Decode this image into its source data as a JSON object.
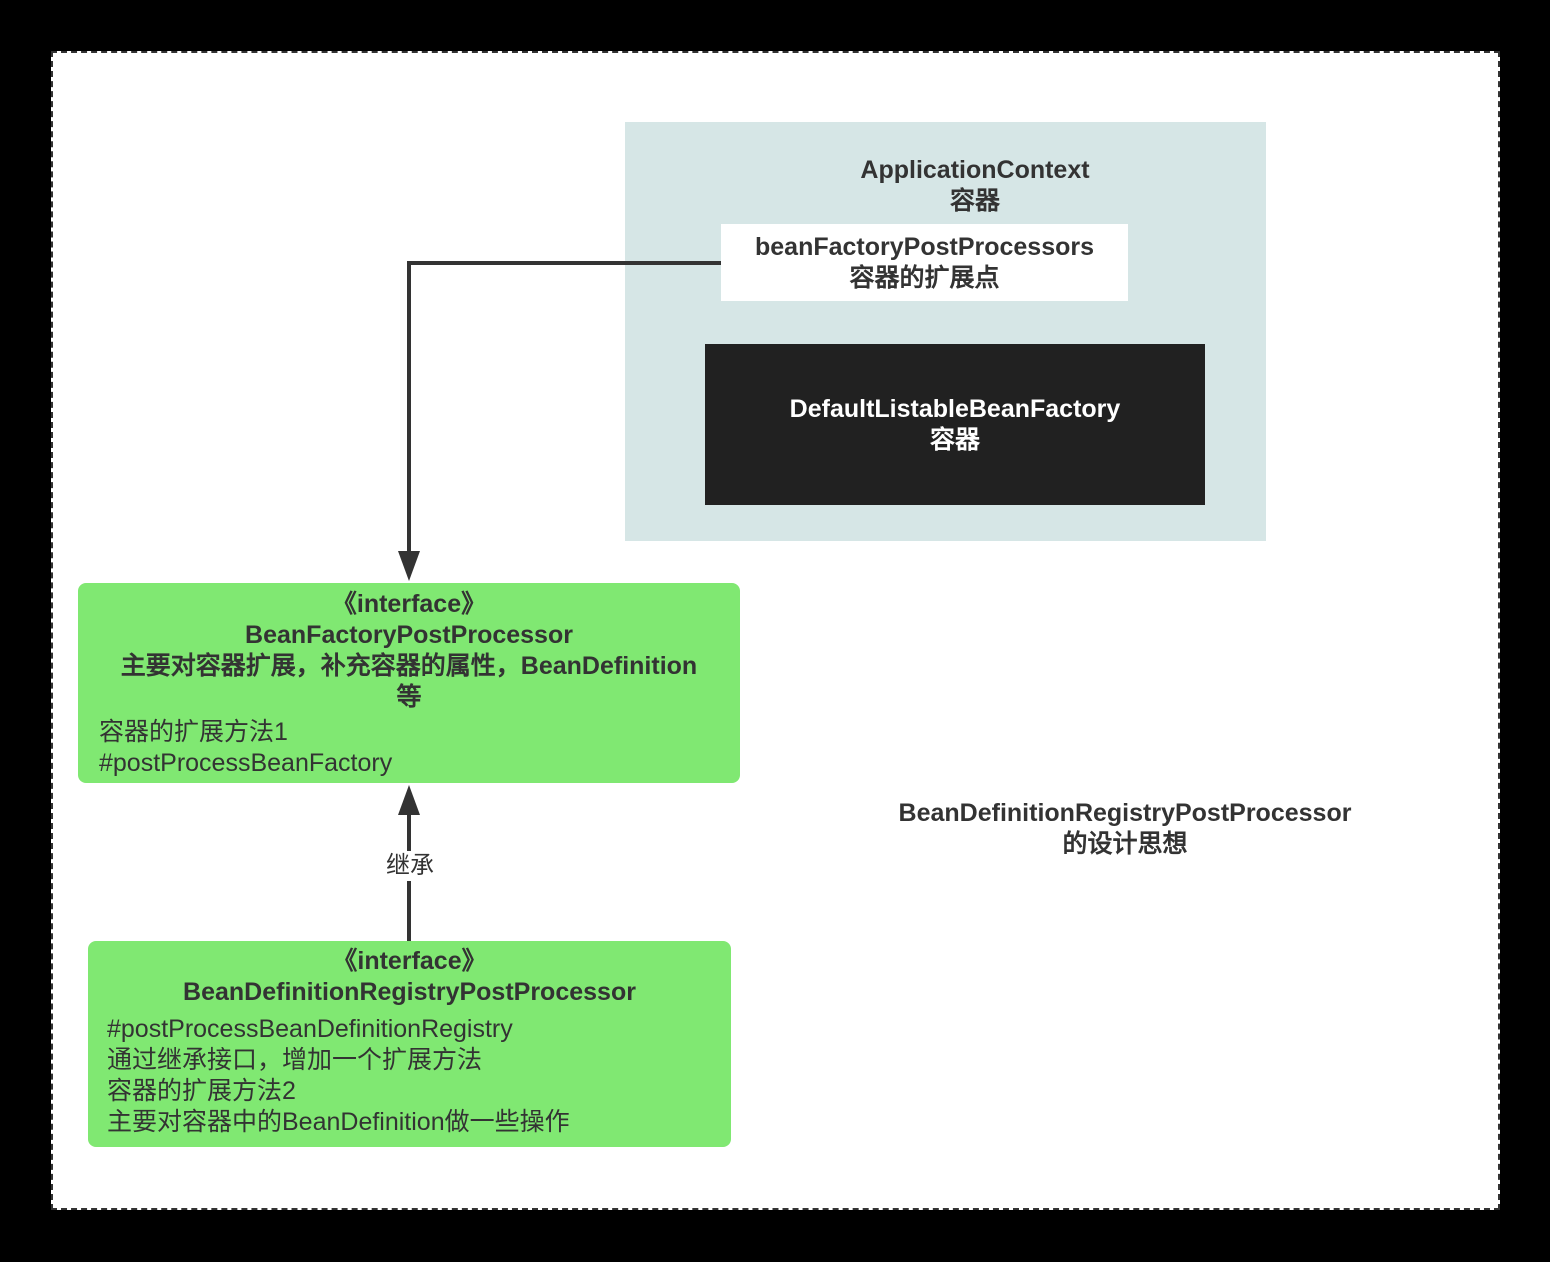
{
  "application_context": {
    "title": "ApplicationContext",
    "subtitle": "容器",
    "field": {
      "name": "beanFactoryPostProcessors",
      "desc": "容器的扩展点"
    },
    "inner_factory": {
      "name": "DefaultListableBeanFactory",
      "desc": "容器"
    }
  },
  "interface1": {
    "stereotype": "《interface》",
    "name": "BeanFactoryPostProcessor",
    "desc_line1": "主要对容器扩展，补充容器的属性，BeanDefinition",
    "desc_line2": "等",
    "body": [
      "容器的扩展方法1",
      "#postProcessBeanFactory"
    ]
  },
  "interface2": {
    "stereotype": "《interface》",
    "name": "BeanDefinitionRegistryPostProcessor",
    "body": [
      "#postProcessBeanDefinitionRegistry",
      "通过继承接口，增加一个扩展方法",
      "容器的扩展方法2",
      "主要对容器中的BeanDefinition做一些操作"
    ]
  },
  "edge_label": "继承",
  "note": {
    "line1": "BeanDefinitionRegistryPostProcessor",
    "line2": "的设计思想"
  },
  "colors": {
    "background": "#000000",
    "canvas": "#ffffff",
    "context_fill": "#d6e6e6",
    "factory_fill": "#212121",
    "interface_fill": "#80e872",
    "line": "#333333"
  }
}
